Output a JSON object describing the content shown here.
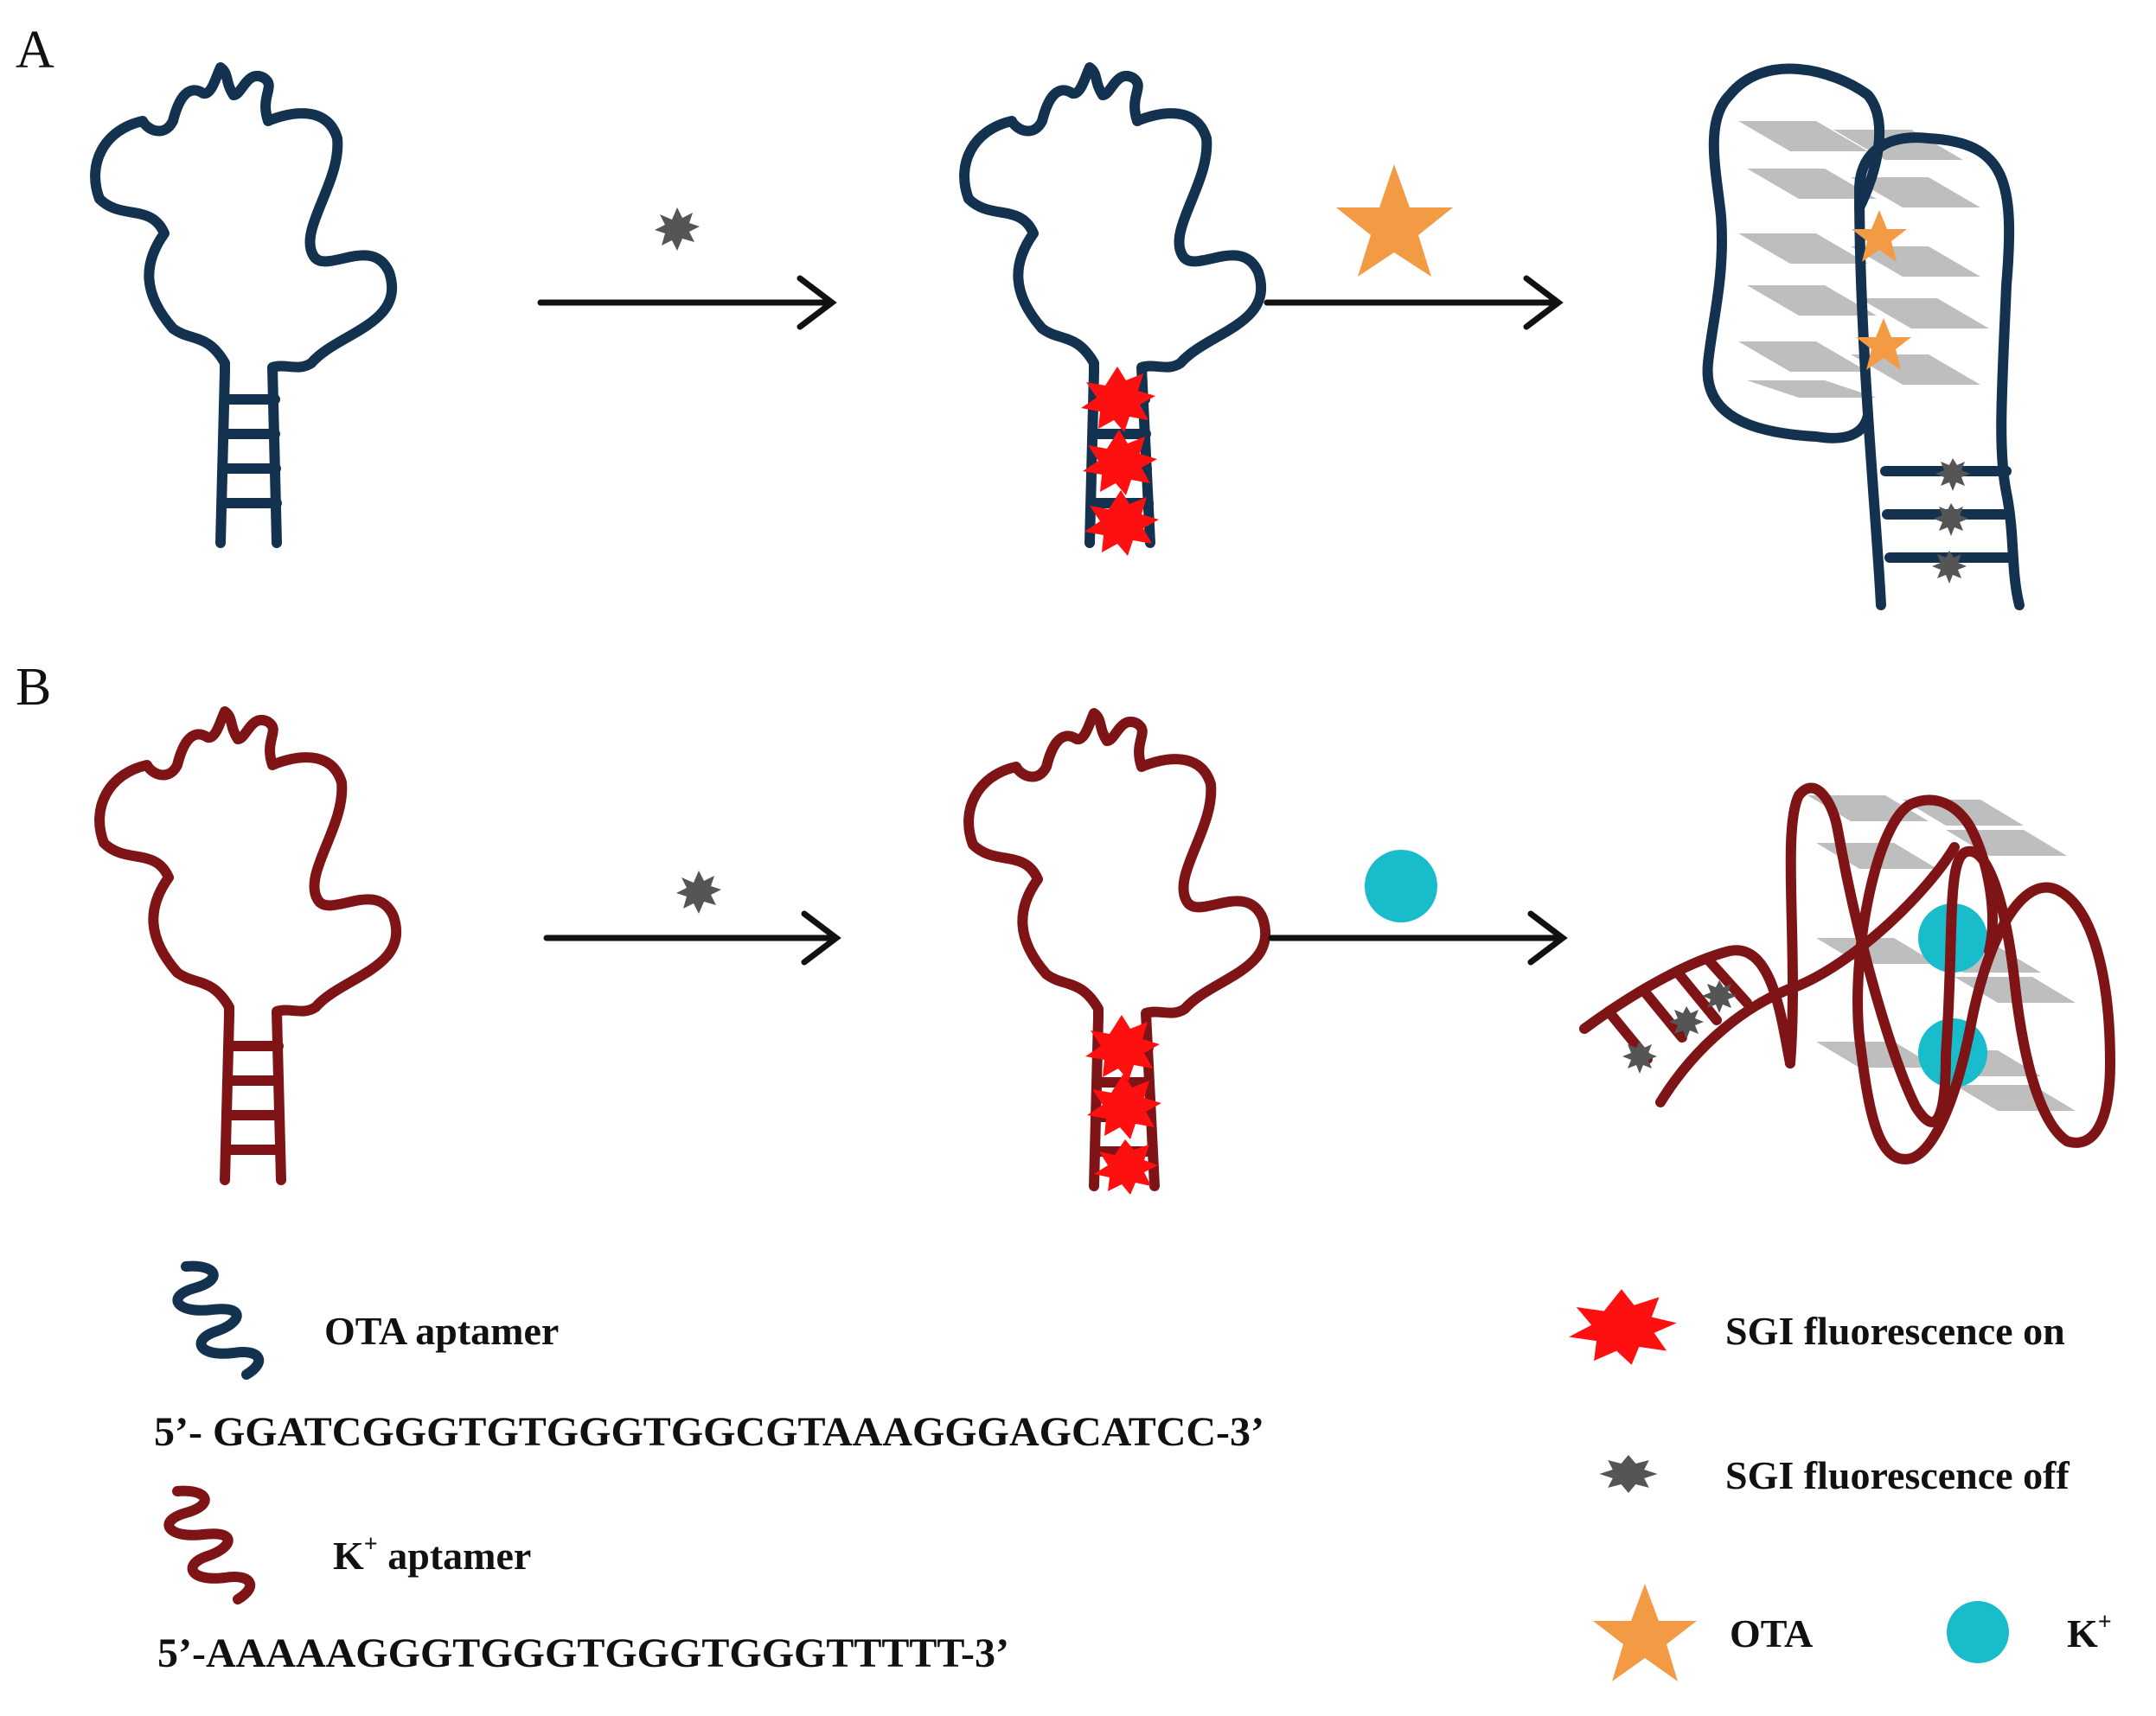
{
  "panels": {
    "a_label": "A",
    "b_label": "B"
  },
  "legend": {
    "ota_aptamer": "OTA aptamer",
    "ota_sequence": "5’- GGATCGGGTGTGGGTGGCGTAAAGGGAGCATCC-3’",
    "k_aptamer_base": "K",
    "k_aptamer_sup": "+",
    "k_aptamer_rest": " aptamer",
    "k_sequence": "5’-AAAAAGGGTGGGTGGGTGGGTTTTT-3’",
    "sgi_on": "SGI fluorescence on",
    "sgi_off": "SGI fluorescence off",
    "ota": "OTA",
    "k_ion_base": "K",
    "k_ion_sup": "+"
  },
  "colors": {
    "ota_aptamer": "#12324f",
    "k_aptamer": "#7f1416",
    "sgi_on": "#ff1010",
    "sgi_off": "#555555",
    "ota_star": "#f39a45",
    "k_ion": "#19bccb",
    "plane": "#b8b8b8",
    "arrow": "#111111"
  },
  "icons": {
    "sgi_on": "red-burst-icon",
    "sgi_off": "gray-burst-icon",
    "ota": "orange-star-icon",
    "k_ion": "cyan-circle-icon"
  }
}
